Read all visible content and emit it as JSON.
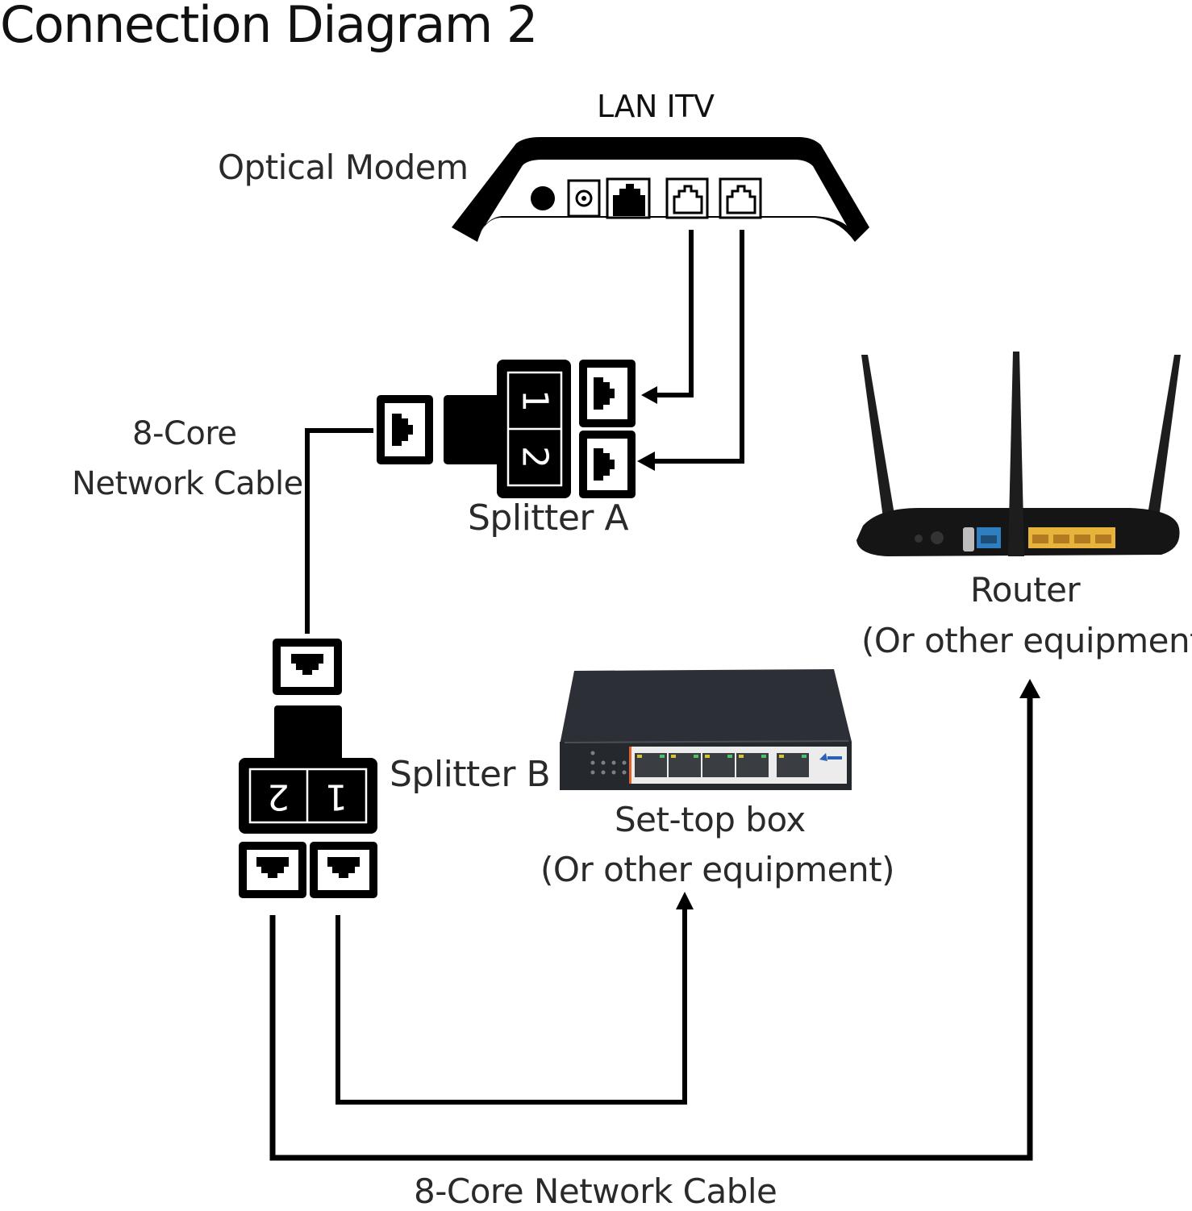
{
  "title": "Connection Diagram 2",
  "labels": {
    "lan_itv": "LAN ITV",
    "optical_modem": "Optical Modem",
    "cable_left_line1": "8-Core",
    "cable_left_line2": "Network Cable",
    "splitter_a": "Splitter A",
    "splitter_b": "Splitter B",
    "router_line1": "Router",
    "router_line2": "(Or other equipment)",
    "stb_line1": "Set-top box",
    "stb_line2": "(Or other equipment)",
    "cable_bottom": "8-Core  Network Cable"
  },
  "splitter_a_ports": [
    "1",
    "2"
  ],
  "splitter_b_ports": [
    "2",
    "1"
  ],
  "colors": {
    "line": "#000000",
    "router_body": "#1b1b1b",
    "router_wan_port": "#2f7fc0",
    "router_lan_ports": "#e6b43a",
    "switch_body": "#2a2d33",
    "switch_panel": "#eeeeee",
    "switch_accent": "#e2622a"
  },
  "modem_ports": [
    "power-button",
    "dc-jack",
    "phone-port",
    "lan-port",
    "itv-port"
  ],
  "connections": [
    {
      "from": "optical-modem.lan",
      "to": "splitter-a.port-1"
    },
    {
      "from": "optical-modem.itv",
      "to": "splitter-a.port-2"
    },
    {
      "from": "splitter-a.plug",
      "to": "splitter-b.plug",
      "via": "8-Core Network Cable"
    },
    {
      "from": "splitter-b.port-1",
      "to": "set-top-box"
    },
    {
      "from": "splitter-b.port-2",
      "to": "router",
      "via": "8-Core Network Cable"
    }
  ]
}
